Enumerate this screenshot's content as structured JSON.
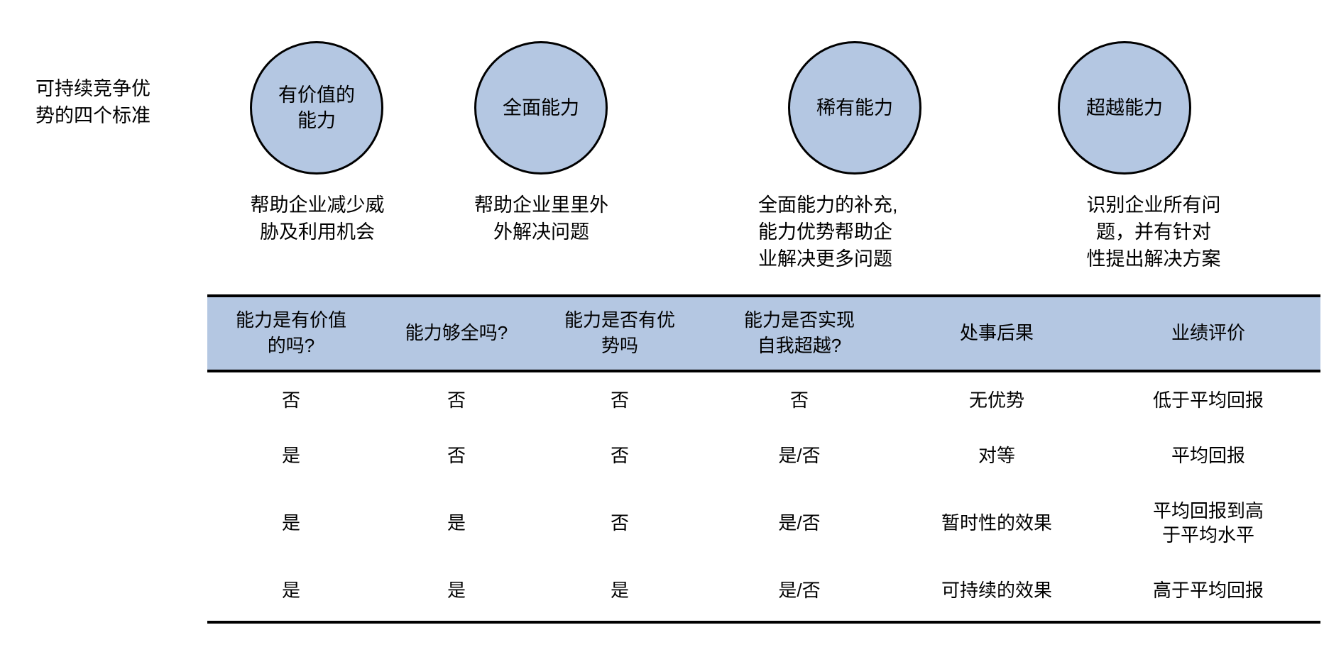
{
  "left_title": "可持续竞争优\n势的四个标准",
  "colors": {
    "circle_fill": "#b4c7e2",
    "circle_stroke": "#000000",
    "header_band": "#b4c7e2",
    "rule": "#000000",
    "text": "#000000",
    "background": "#ffffff"
  },
  "criteria": [
    {
      "circle_label": "有价值的\n能力",
      "caption": "帮助企业减少威\n胁及利用机会"
    },
    {
      "circle_label": "全面能力",
      "caption": "帮助企业里里外\n外解决问题"
    },
    {
      "circle_label": "稀有能力",
      "caption": "全面能力的补充,\n能力优势帮助企\n业解决更多问题"
    },
    {
      "circle_label": "超越能力",
      "caption": "识别企业所有问\n题，并有针对\n性提出解决方案"
    }
  ],
  "table": {
    "headers": [
      "能力是有价值\n的吗?",
      "能力够全吗?",
      "能力是否有优\n势吗",
      "能力是否实现\n自我超越?",
      "处事后果",
      "业绩评价"
    ],
    "rows": [
      [
        "否",
        "否",
        "否",
        "否",
        "无优势",
        "低于平均回报"
      ],
      [
        "是",
        "否",
        "否",
        "是/否",
        "对等",
        "平均回报"
      ],
      [
        "是",
        "是",
        "否",
        "是/否",
        "暂时性的效果",
        "平均回报到高\n于平均水平"
      ],
      [
        "是",
        "是",
        "是",
        "是/否",
        "可持续的效果",
        "高于平均回报"
      ]
    ]
  }
}
